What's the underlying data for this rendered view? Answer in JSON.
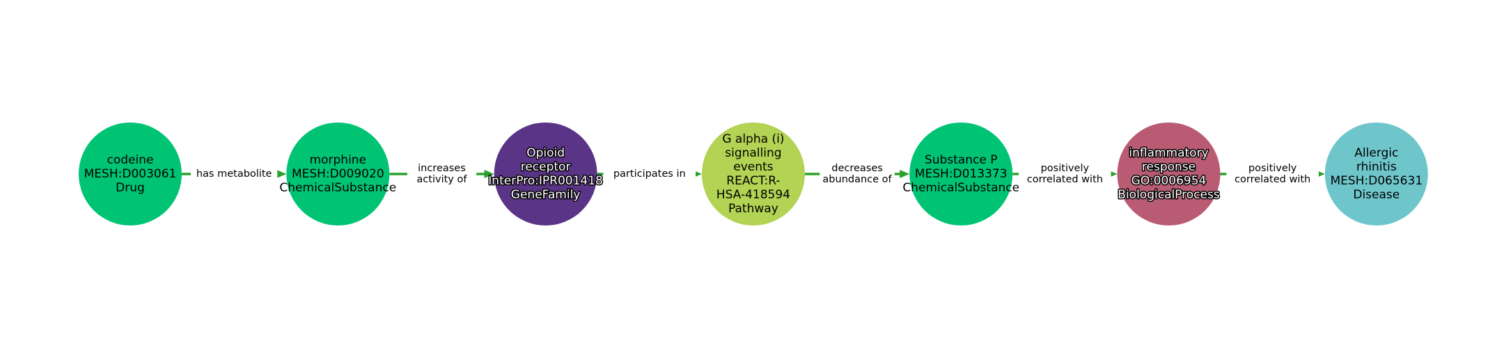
{
  "colors": {
    "edge": "#2ca02c",
    "background": "#ffffff"
  },
  "nodes": [
    {
      "lines": [
        "codeine",
        "MESH:D003061",
        "Drug"
      ],
      "color": "#00c474",
      "text_color": "#000000",
      "outlined_text": false
    },
    {
      "lines": [
        "morphine",
        "MESH:D009020",
        "ChemicalSubstance"
      ],
      "color": "#00c474",
      "text_color": "#000000",
      "outlined_text": false
    },
    {
      "lines": [
        "Opioid",
        "receptor",
        "InterPro:IPR001418",
        "GeneFamily"
      ],
      "color": "#5a3486",
      "text_color": "#ffffff",
      "outlined_text": true
    },
    {
      "lines": [
        "G alpha (i)",
        "signalling",
        "events",
        "REACT:R-",
        "HSA-418594",
        "Pathway"
      ],
      "color": "#b2d353",
      "text_color": "#000000",
      "outlined_text": false
    },
    {
      "lines": [
        "Substance P",
        "MESH:D013373",
        "ChemicalSubstance"
      ],
      "color": "#00c474",
      "text_color": "#000000",
      "outlined_text": false
    },
    {
      "lines": [
        "inflammatory",
        "response",
        "GO:0006954",
        "BiologicalProcess"
      ],
      "color": "#b95b72",
      "text_color": "#ffffff",
      "outlined_text": true
    },
    {
      "lines": [
        "Allergic",
        "rhinitis",
        "MESH:D065631",
        "Disease"
      ],
      "color": "#6ec6cb",
      "text_color": "#000000",
      "outlined_text": false
    }
  ],
  "edges": [
    {
      "from": 0,
      "to": 1,
      "lines": [
        "has metabolite"
      ]
    },
    {
      "from": 1,
      "to": 2,
      "lines": [
        "increases",
        "activity of"
      ]
    },
    {
      "from": 2,
      "to": 3,
      "lines": [
        "participates in"
      ]
    },
    {
      "from": 3,
      "to": 4,
      "lines": [
        "decreases",
        "abundance of"
      ]
    },
    {
      "from": 4,
      "to": 5,
      "lines": [
        "positively",
        "correlated with"
      ]
    },
    {
      "from": 5,
      "to": 6,
      "lines": [
        "positively",
        "correlated with"
      ]
    }
  ]
}
